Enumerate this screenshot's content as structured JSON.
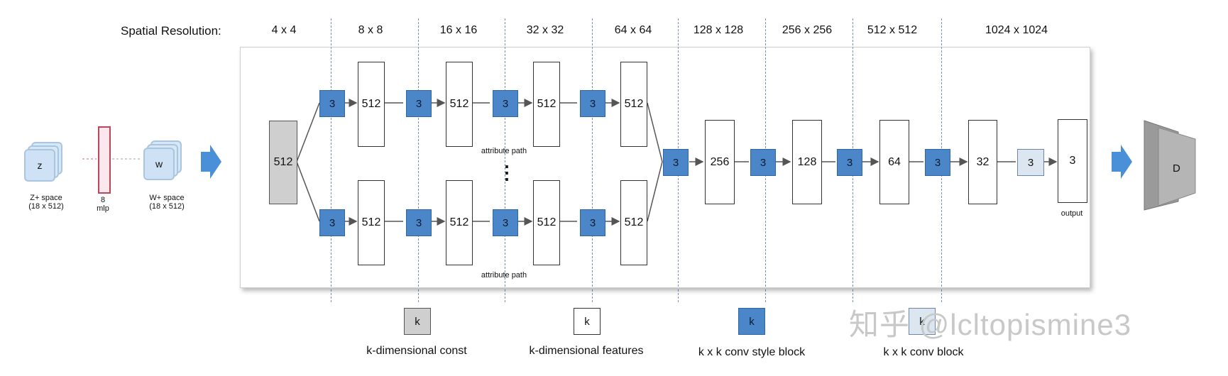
{
  "spatial_resolution": {
    "title": "Spatial Resolution:",
    "levels": [
      "4 x 4",
      "8 x 8",
      "16 x 16",
      "32 x 32",
      "64 x 64",
      "128 x 128",
      "256 x 256",
      "512 x 512",
      "1024 x 1024"
    ]
  },
  "input": {
    "z_glyph": "z",
    "z_label_line1": "Z+ space",
    "z_label_line2": "(18 x 512)",
    "mlp_value": "8",
    "mlp_label": "mlp",
    "w_glyph": "w",
    "w_label_line1": "W+ space",
    "w_label_line2": "(18 x 512)"
  },
  "network": {
    "const_value": "512",
    "branch_top": {
      "conv_values": [
        "3",
        "3",
        "3",
        "3"
      ],
      "feature_values": [
        "512",
        "512",
        "512",
        "512"
      ],
      "path_label": "attribute path"
    },
    "branch_bottom": {
      "conv_values": [
        "3",
        "3",
        "3",
        "3"
      ],
      "feature_values": [
        "512",
        "512",
        "512",
        "512"
      ],
      "path_label": "attribute path"
    },
    "ellipsis": "⋮",
    "merge_conv": "3",
    "tail_features": [
      "256",
      "128",
      "64",
      "32"
    ],
    "tail_convs": [
      "3",
      "3",
      "3"
    ],
    "final_conv": "3",
    "output_value": "3",
    "output_label": "output"
  },
  "discriminator": {
    "label": "D"
  },
  "legend": [
    {
      "key": "const",
      "glyph": "k",
      "label": "k-dimensional const"
    },
    {
      "key": "features",
      "glyph": "k",
      "label": "k-dimensional features"
    },
    {
      "key": "style",
      "glyph": "k",
      "label": "k x k  conv style block"
    },
    {
      "key": "conv",
      "glyph": "k",
      "label": "k x k  conv block"
    }
  ],
  "watermark": "知乎 @lcltopismine3",
  "colors": {
    "style_block": "#4a86c8",
    "arrow": "#4a90d9",
    "const": "#cfcfcf"
  }
}
